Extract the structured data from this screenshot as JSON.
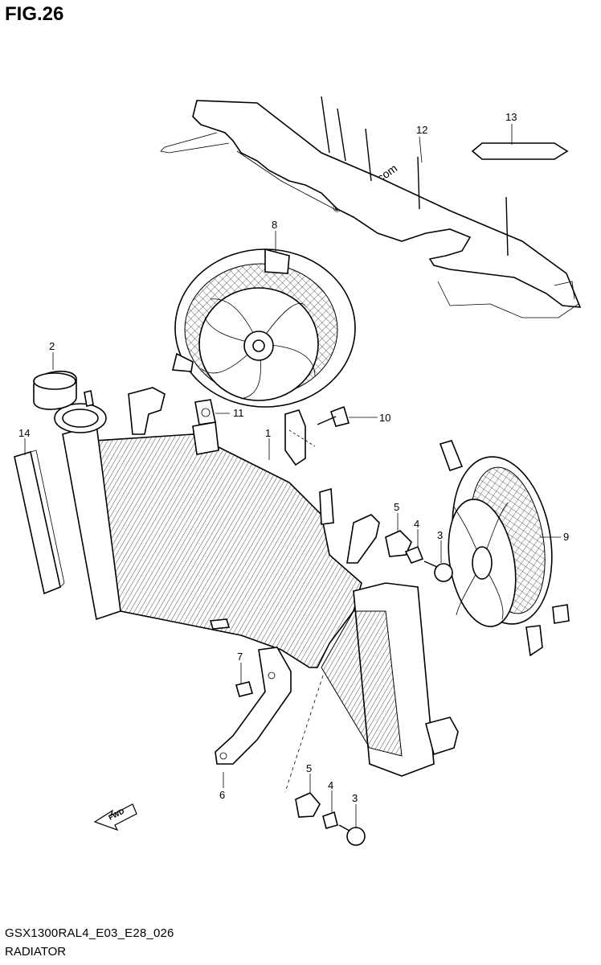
{
  "figure": {
    "title": "FIG.26"
  },
  "watermark": "© Partzilla.com",
  "footer": {
    "code": "GSX1300RAL4_E03_E28_026",
    "name": "RADIATOR"
  },
  "fwd_label": "FWD",
  "callouts": {
    "c1": "1",
    "c2": "2",
    "c3a": "3",
    "c3b": "3",
    "c4a": "4",
    "c4b": "4",
    "c5a": "5",
    "c5b": "5",
    "c6": "6",
    "c7": "7",
    "c8": "8",
    "c9": "9",
    "c10": "10",
    "c11": "11",
    "c12": "12",
    "c13": "13",
    "c14": "14"
  }
}
